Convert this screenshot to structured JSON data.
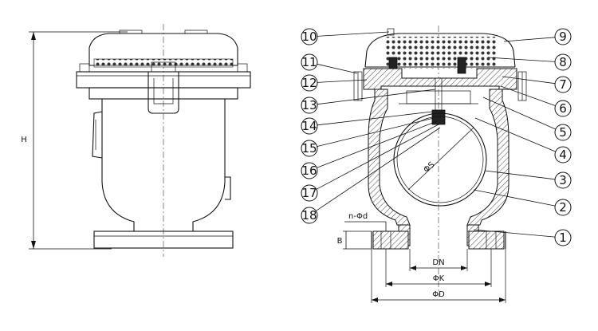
{
  "drawing": {
    "dimension_labels": {
      "height": "H",
      "bolt_holes": "n-Φd",
      "flange_thickness": "B",
      "nominal_diameter": "DN",
      "bolt_circle": "ΦK",
      "flange_diameter": "ΦD",
      "ball_diameter": "ΦS"
    },
    "part_numbers": [
      "1",
      "2",
      "3",
      "4",
      "5",
      "6",
      "7",
      "8",
      "9",
      "10",
      "11",
      "12",
      "13",
      "14",
      "15",
      "16",
      "17",
      "18"
    ]
  }
}
